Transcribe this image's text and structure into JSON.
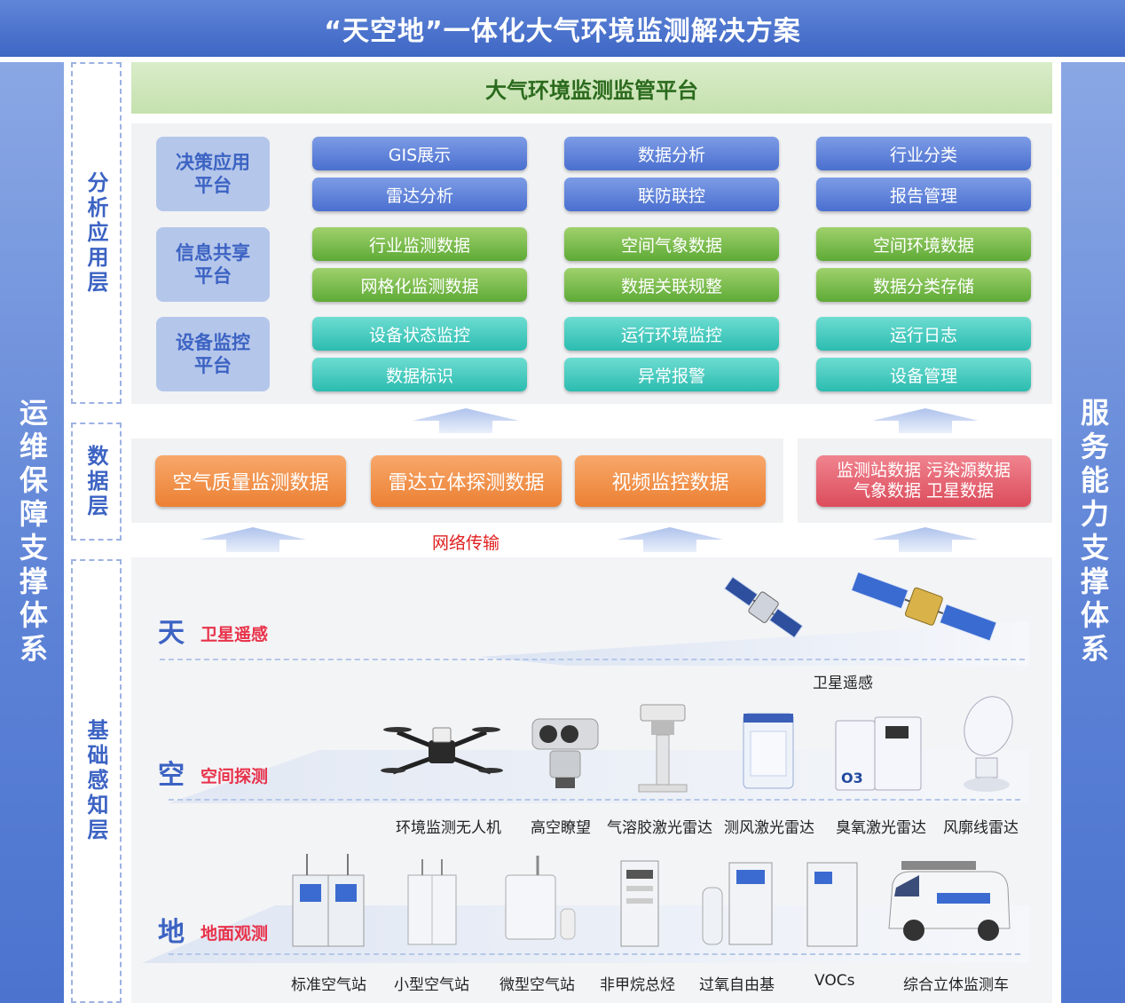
{
  "header": {
    "title": "“天空地”一体化大气环境监测解决方案"
  },
  "left_column": {
    "label": "运维保障支撑体系"
  },
  "right_column": {
    "label": "服务能力支撑体系"
  },
  "layers": {
    "analysis": "分析应用层",
    "data": "数据层",
    "base": "基础感知层"
  },
  "platform": {
    "title": "大气环境监测监管平台"
  },
  "decision": {
    "label": "决策应用平台",
    "items": [
      "GIS展示",
      "雷达分析",
      "数据分析",
      "联防联控",
      "行业分类",
      "报告管理"
    ]
  },
  "sharing": {
    "label": "信息共享平台",
    "items": [
      "行业监测数据",
      "网格化监测数据",
      "空间气象数据",
      "数据关联规整",
      "空间环境数据",
      "数据分类存储"
    ]
  },
  "device": {
    "label": "设备监控平台",
    "items": [
      "设备状态监控",
      "数据标识",
      "运行环境监控",
      "异常报警",
      "运行日志",
      "设备管理"
    ]
  },
  "data_layer": {
    "items": [
      "空气质量监测数据",
      "雷达立体探测数据",
      "视频监控数据"
    ],
    "pink_line1": "监测站数据 污染源数据",
    "pink_line2": "气象数据 卫星数据",
    "network": "网络传输"
  },
  "sky": {
    "name": "天",
    "sub": "卫星遥感",
    "device_label": "卫星遥感"
  },
  "air": {
    "name": "空",
    "sub": "空间探测",
    "devices": [
      "环境监测无人机",
      "高空瞭望",
      "气溶胶激光雷达",
      "测风激光雷达",
      "臭氧激光雷达",
      "风廓线雷达"
    ]
  },
  "ground": {
    "name": "地",
    "sub": "地面观测",
    "devices": [
      "标准空气站",
      "小型空气站",
      "微型空气站",
      "非甲烷总烃",
      "过氧自由基",
      "VOCs",
      "综合立体监测车"
    ]
  },
  "colors": {
    "primary_blue": "#4a6fcf",
    "green": "#5eaa36",
    "teal": "#2cbcb0",
    "orange": "#ec8033",
    "pink": "#dc4c5c",
    "red_text": "#e02020"
  },
  "icons": [
    "satellite-icon",
    "drone-icon",
    "camera-icon",
    "lidar-icon",
    "station-icon",
    "van-icon",
    "up-arrow-icon"
  ]
}
